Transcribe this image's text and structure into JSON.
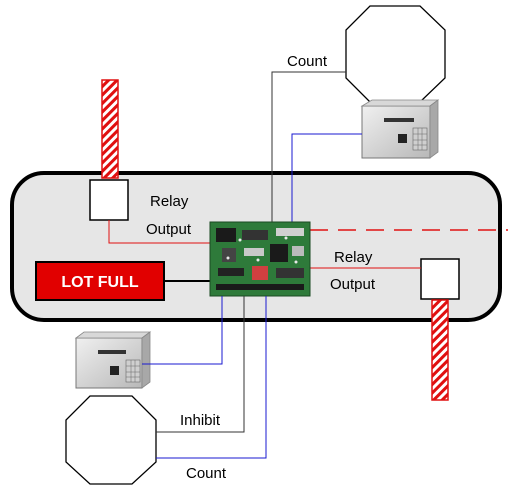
{
  "diagram": {
    "top_right_count_label": "Count",
    "left_relay_label_line1": "Relay",
    "left_relay_label_line2": "Output",
    "right_relay_label_line1": "Relay",
    "right_relay_label_line2": "Output",
    "lot_full_sign": "LOT FULL",
    "inhibit_label": "Inhibit",
    "bottom_count_label": "Count"
  },
  "colors": {
    "lot_background": "#e6e6e6",
    "lot_border": "#000000",
    "sign_red": "#e10000",
    "relay_wire": "#e01010",
    "data_wire": "#1a1ad0",
    "signal_wire": "#333333",
    "gate_arm": "#e01010",
    "board_green": "#2e7a3a"
  },
  "icons": [
    "gate-arm-icon",
    "card-reader-icon",
    "vehicle-loop-detector-icon",
    "controller-board-icon"
  ]
}
